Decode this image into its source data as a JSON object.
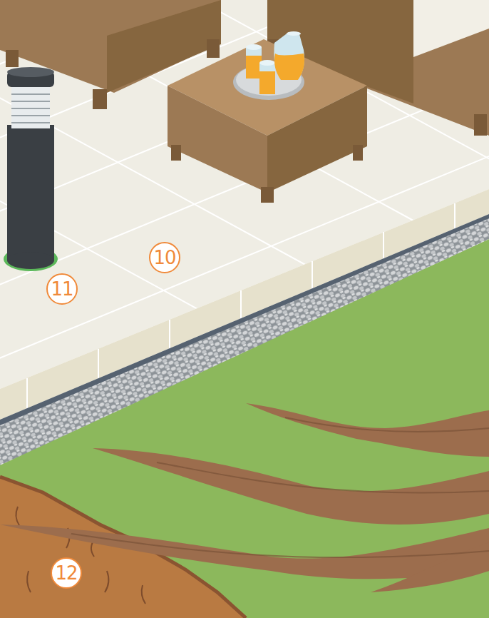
{
  "diagram": {
    "labels": [
      "10",
      "11",
      "12"
    ]
  }
}
